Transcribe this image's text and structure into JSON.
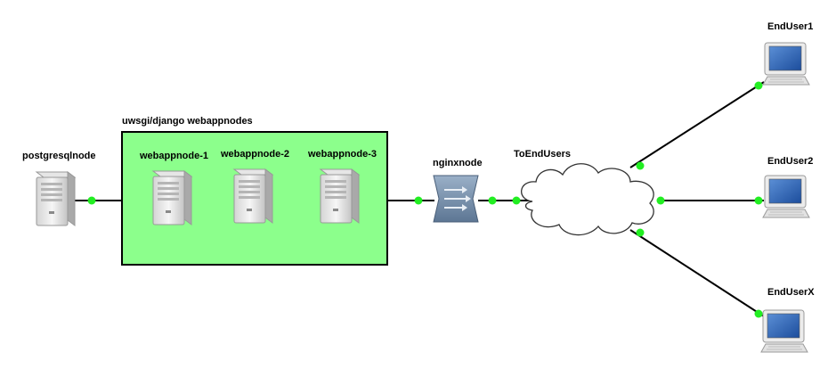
{
  "group": {
    "label": "uwsgi/django webappnodes",
    "fill": "#8cff8c"
  },
  "nodes": {
    "postgres": {
      "label": "postgresqlnode",
      "icon": "server-icon"
    },
    "web1": {
      "label": "webappnode-1",
      "icon": "server-icon"
    },
    "web2": {
      "label": "webappnode-2",
      "icon": "server-icon"
    },
    "web3": {
      "label": "webappnode-3",
      "icon": "server-icon"
    },
    "nginx": {
      "label": "nginxnode",
      "icon": "switch-icon"
    },
    "cloud": {
      "label": "ToEndUsers",
      "icon": "cloud-icon"
    },
    "eu1": {
      "label": "EndUser1",
      "icon": "computer-icon"
    },
    "eu2": {
      "label": "EndUser2",
      "icon": "computer-icon"
    },
    "eux": {
      "label": "EndUserX",
      "icon": "computer-icon"
    }
  },
  "colors": {
    "link_dot": "#22ee22",
    "line": "#000000",
    "group_border": "#000000"
  }
}
